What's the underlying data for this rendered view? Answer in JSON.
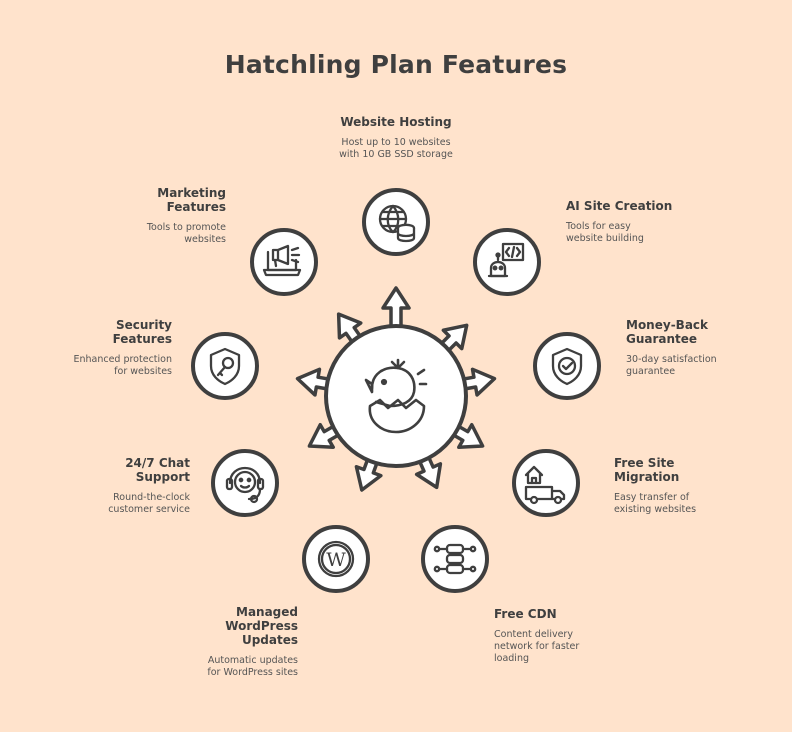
{
  "title": "Hatchling Plan Features",
  "center": {
    "icon": "hatching-chick-icon"
  },
  "features": [
    {
      "key": "website-hosting",
      "title_lines": [
        "Website Hosting"
      ],
      "desc_lines": [
        "Host up to 10 websites",
        "with 10 GB SSD storage"
      ],
      "icon": "globe-database-icon"
    },
    {
      "key": "ai-site-creation",
      "title_lines": [
        "AI Site Creation"
      ],
      "desc_lines": [
        "Tools for easy",
        "website building"
      ],
      "icon": "robot-code-icon"
    },
    {
      "key": "money-back-guarantee",
      "title_lines": [
        "Money-Back",
        "Guarantee"
      ],
      "desc_lines": [
        "30-day satisfaction",
        "guarantee"
      ],
      "icon": "shield-check-icon"
    },
    {
      "key": "free-site-migration",
      "title_lines": [
        "Free Site",
        "Migration"
      ],
      "desc_lines": [
        "Easy transfer of",
        "existing websites"
      ],
      "icon": "house-truck-icon"
    },
    {
      "key": "free-cdn",
      "title_lines": [
        "Free CDN"
      ],
      "desc_lines": [
        "Content delivery",
        "network for faster",
        "loading"
      ],
      "icon": "server-network-icon"
    },
    {
      "key": "managed-wordpress-updates",
      "title_lines": [
        "Managed",
        "WordPress",
        "Updates"
      ],
      "desc_lines": [
        "Automatic updates",
        "for WordPress sites"
      ],
      "icon": "wordpress-icon"
    },
    {
      "key": "chat-support",
      "title_lines": [
        "24/7 Chat",
        "Support"
      ],
      "desc_lines": [
        "Round-the-clock",
        "customer service"
      ],
      "icon": "headset-icon"
    },
    {
      "key": "security-features",
      "title_lines": [
        "Security",
        "Features"
      ],
      "desc_lines": [
        "Enhanced protection",
        "for websites"
      ],
      "icon": "shield-key-icon"
    },
    {
      "key": "marketing-features",
      "title_lines": [
        "Marketing",
        "Features"
      ],
      "desc_lines": [
        "Tools to promote",
        "websites"
      ],
      "icon": "megaphone-laptop-icon"
    }
  ],
  "colors": {
    "background": "#ffe3cc",
    "stroke": "#3f3f3f",
    "fill": "#ffffff"
  }
}
